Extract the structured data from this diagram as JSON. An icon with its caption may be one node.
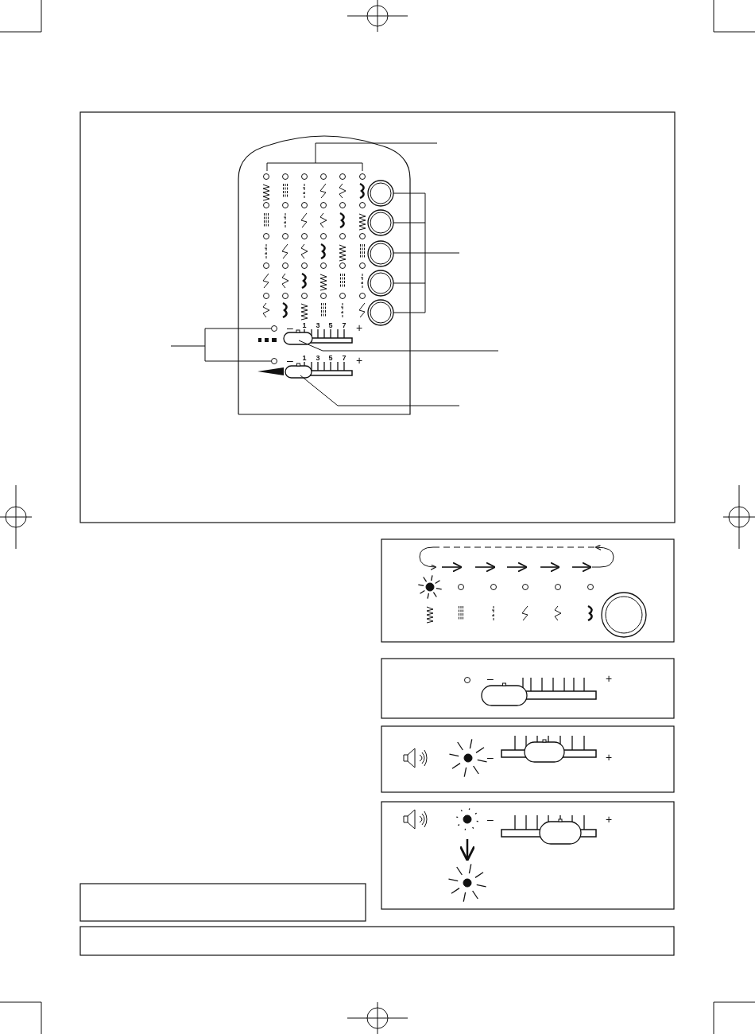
{
  "diagram": {
    "labels": [
      "–",
      "1",
      "3",
      "5",
      "7",
      "+",
      "–",
      "1",
      "3",
      "5",
      "7",
      "+",
      "–",
      "+",
      "–",
      "+",
      "–",
      "+"
    ]
  }
}
